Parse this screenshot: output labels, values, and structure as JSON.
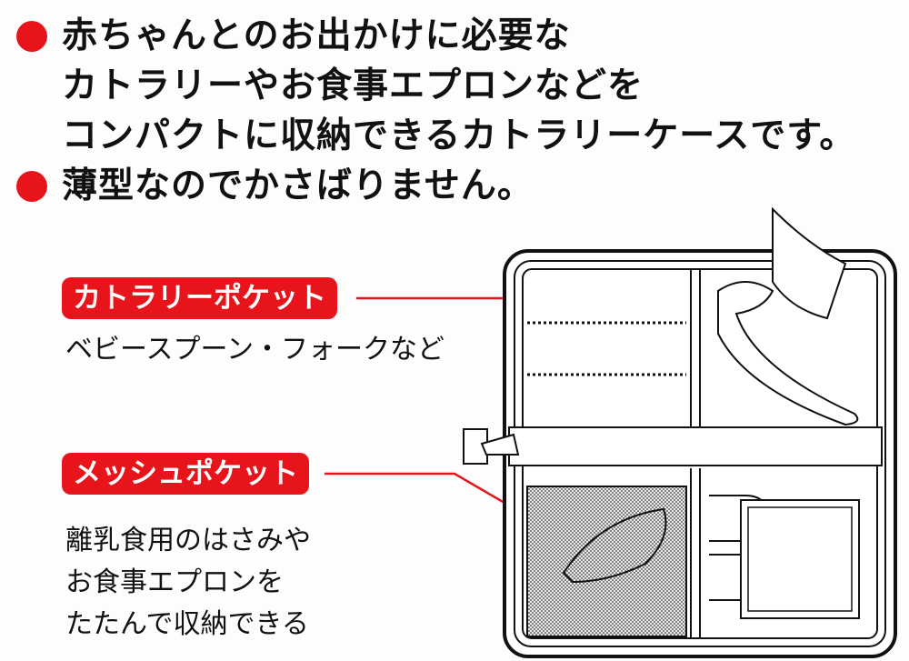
{
  "bullets": [
    {
      "lines": [
        "赤ちゃんとのお出かけに必要な",
        "カトラリーやお食事エプロンなどを",
        "コンパクトに収納できるカトラリーケースです。"
      ]
    },
    {
      "lines": [
        "薄型なのでかさばりません。"
      ]
    }
  ],
  "callouts": [
    {
      "label": "カトラリーポケット",
      "description": [
        "ベビースプーン・フォークなど"
      ]
    },
    {
      "label": "メッシュポケット",
      "description": [
        "離乳食用のはさみや",
        "お食事エプロンを",
        "たたんで収納できる"
      ]
    }
  ],
  "colors": {
    "accent": "#e8141c"
  }
}
